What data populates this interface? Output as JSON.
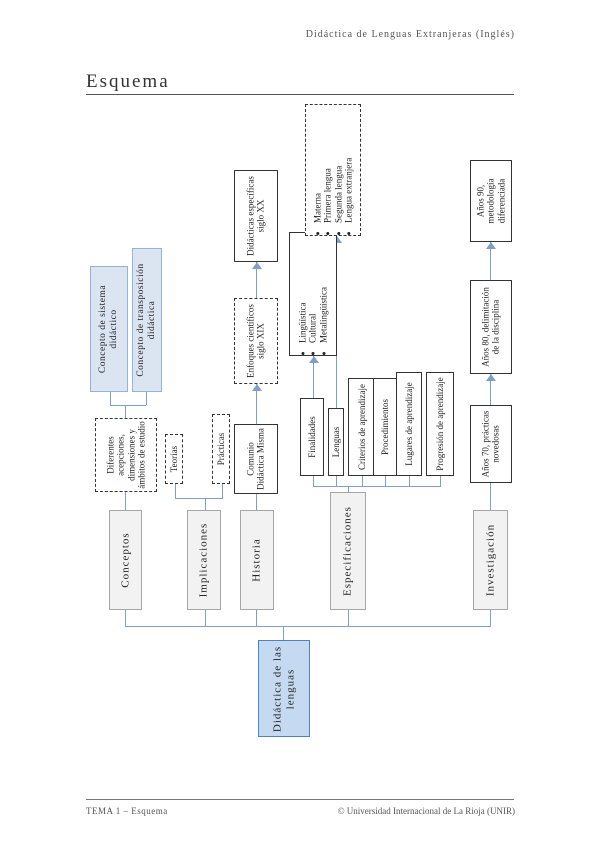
{
  "header": {
    "course": "Didáctica de Lenguas Extranjeras (Inglés)"
  },
  "page": {
    "title": "Esquema"
  },
  "footer": {
    "left": "TEMA 1 – Esquema",
    "right": "© Universidad Internacional de La Rioja (UNIR)"
  },
  "diagram": {
    "root": "Didáctica de las lenguas",
    "branches": {
      "conceptos": "Conceptos",
      "implicaciones": "Implicaciones",
      "historia": "Historia",
      "especificaciones": "Especificaciones",
      "investigacion": "Investigación"
    },
    "conceptos_detail": "Diferentes acepciones, dimensiones y ámbitos de estudio",
    "concepto_sistema": "Concepto de sistema didáctico",
    "concepto_transposicion": "Concepto de transposición didáctica",
    "teorias": "Teorías",
    "practicas": "Prácticas",
    "historia_comunio": "Comunio Didáctica Mismа",
    "enfoques": "Enfoques científicos siglo XIX",
    "didacticas_xx": "Didácticas específicas siglo XX",
    "esp_items": {
      "finalidades": "Finalidades",
      "lenguas": "Lenguas",
      "criterios": "Criterios de aprendizaje",
      "procedimientos": "Procedimientos",
      "lugares": "Lugares de aprendizaje",
      "progresion": "Progresión de aprendizaje"
    },
    "finalidades_list": [
      "Lingüística",
      "Cultural",
      "Metalingüística"
    ],
    "lenguas_list": [
      "Materna",
      "Primera lengua",
      "Segunda lengua",
      "Lengua extranjera"
    ],
    "inv_70": "Años 70, prácticas novedosas",
    "inv_80": "Años 80, delimitación de la disciplina",
    "inv_90": "Años 90, metodología diferenciada"
  }
}
